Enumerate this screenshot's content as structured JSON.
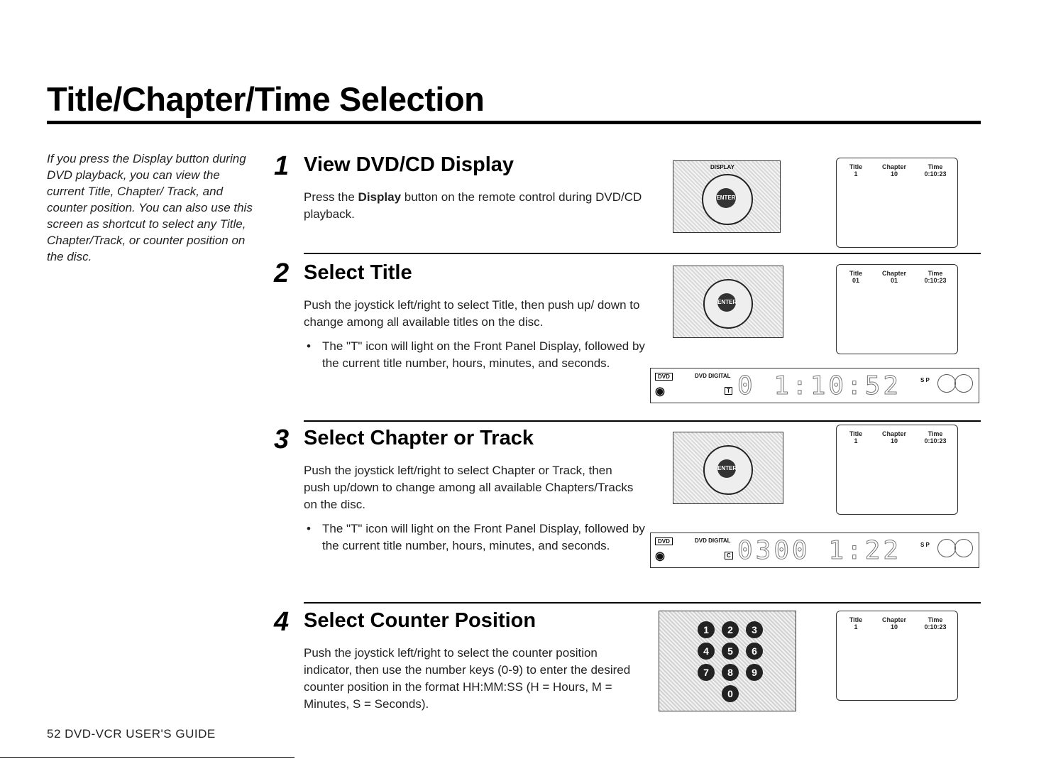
{
  "page": {
    "title": "Title/Chapter/Time Selection",
    "intro": "If you press the Display button during DVD playback, you can view the current Title, Chapter/ Track, and counter position. You can also use this screen as shortcut to select any Title, Chapter/Track, or counter position on the disc.",
    "footer": "52  DVD-VCR USER'S GUIDE"
  },
  "steps": [
    {
      "num": "1",
      "heading": "View DVD/CD Display",
      "body_pre": "Press the ",
      "body_bold": "Display",
      "body_post": " button on the remote control during DVD/CD playback.",
      "bullet": ""
    },
    {
      "num": "2",
      "heading": "Select Title",
      "body": "Push the joystick left/right to select Title, then push up/ down to change among all available titles on the disc.",
      "bullet": "The \"T\" icon will light on the Front Panel Display, followed by the current title number, hours, minutes, and seconds."
    },
    {
      "num": "3",
      "heading": "Select Chapter or Track",
      "body": "Push the joystick left/right to select Chapter or Track, then push up/down to change among all available Chapters/Tracks on the disc.",
      "bullet": "The \"T\" icon will light on the Front Panel Display, followed by the current title number, hours, minutes, and seconds."
    },
    {
      "num": "4",
      "heading": "Select Counter Position",
      "body": "Push the joystick left/right to select the counter position indicator, then use the number keys (0-9) to enter the desired counter position in the format HH:MM:SS (H = Hours, M = Minutes, S = Seconds)."
    }
  ],
  "screens": [
    {
      "labels": [
        "Title",
        "Chapter",
        "Time"
      ],
      "values": [
        "1",
        "10",
        "0:10:23"
      ]
    },
    {
      "labels": [
        "Title",
        "Chapter",
        "Time"
      ],
      "values": [
        "01",
        "01",
        "0:10:23"
      ]
    },
    {
      "labels": [
        "Title",
        "Chapter",
        "Time"
      ],
      "values": [
        "1",
        "10",
        "0:10:23"
      ]
    },
    {
      "labels": [
        "Title",
        "Chapter",
        "Time"
      ],
      "values": [
        "1",
        "10",
        "0:10:23"
      ]
    }
  ],
  "remote": {
    "display_label": "DISPLAY",
    "enter_label": "ENTER"
  },
  "lcd": [
    {
      "dvd": "DVD",
      "digital": "DIGITAL",
      "icon": "T",
      "digits": "0 1:10:52",
      "sp": "S P"
    },
    {
      "dvd": "DVD",
      "digital": "DIGITAL",
      "icon": "C",
      "digits": "0300 1:22",
      "sp": "S P"
    }
  ],
  "keypad": {
    "keys": [
      "1",
      "2",
      "3",
      "4",
      "5",
      "6",
      "7",
      "8",
      "9",
      "0"
    ]
  }
}
